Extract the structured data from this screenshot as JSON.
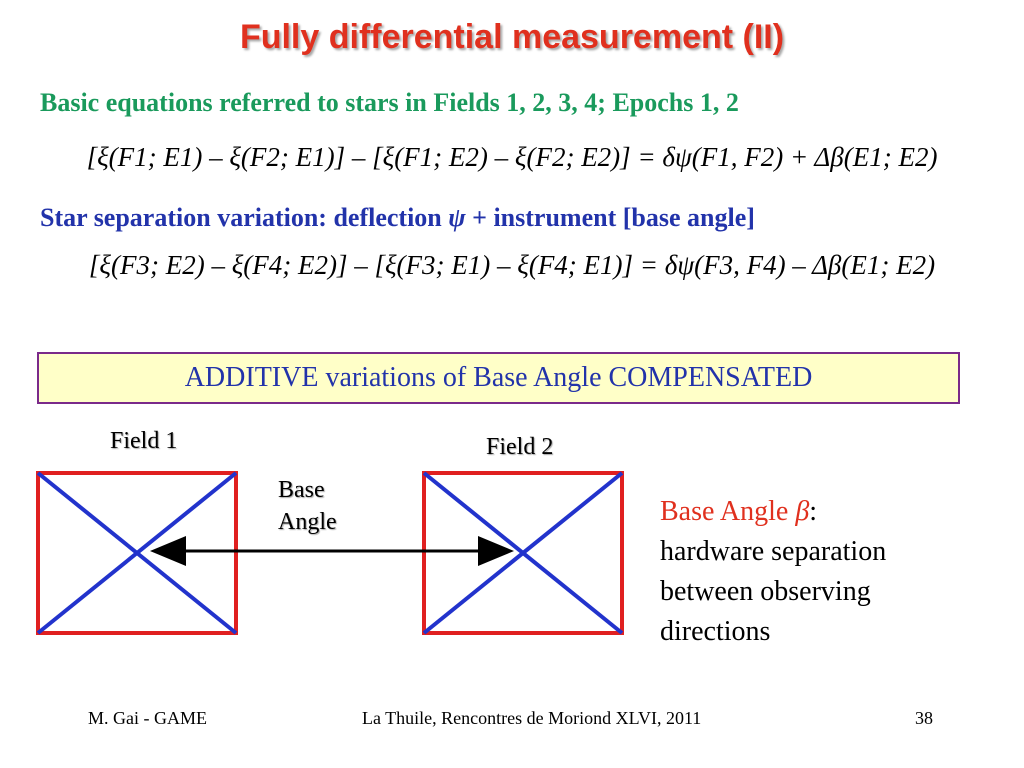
{
  "slide": {
    "title": "Fully differential measurement (II)",
    "subtitle": "Basic equations referred to stars in Fields 1, 2, 3, 4; Epochs 1, 2",
    "equation1": {
      "a": "[ξ(F1; E1) – ξ(F2; E1)]",
      "b": "– [ξ(F1; E2) – ξ(F2; E2)]",
      "c": "= δψ(F1, F2) + Δβ(E1; E2)"
    },
    "separation_text_1": "Star separation variation: deflection",
    "separation_psi": "ψ",
    "separation_text_2": "+ instrument [base angle]",
    "equation2": {
      "a": "[ξ(F3; E2) – ξ(F4; E2)]",
      "b": "– [ξ(F3; E1) – ξ(F4; E1)]",
      "c": "= δψ(F3, F4) – Δβ(E1; E2)"
    },
    "highlight_box": "ADDITIVE variations of Base Angle COMPENSATED",
    "diagram": {
      "field1_label": "Field 1",
      "field2_label": "Field 2",
      "base_angle_line1": "Base",
      "base_angle_line2": "Angle"
    },
    "description": {
      "term": "Base Angle",
      "beta": "β",
      "colon": ":",
      "text": "hardware separation between observing directions"
    },
    "footer": {
      "author": "M. Gai - GAME",
      "venue": "La Thuile, Rencontres de Moriond XLVI, 2011",
      "page": "38"
    },
    "colors": {
      "title": "#e0301e",
      "green": "#1a9a5c",
      "blue": "#2233aa",
      "box_border": "#7a2a8a",
      "box_fill": "#ffffc8",
      "field_border": "#e02020",
      "field_diagonal": "#2233cc"
    }
  }
}
